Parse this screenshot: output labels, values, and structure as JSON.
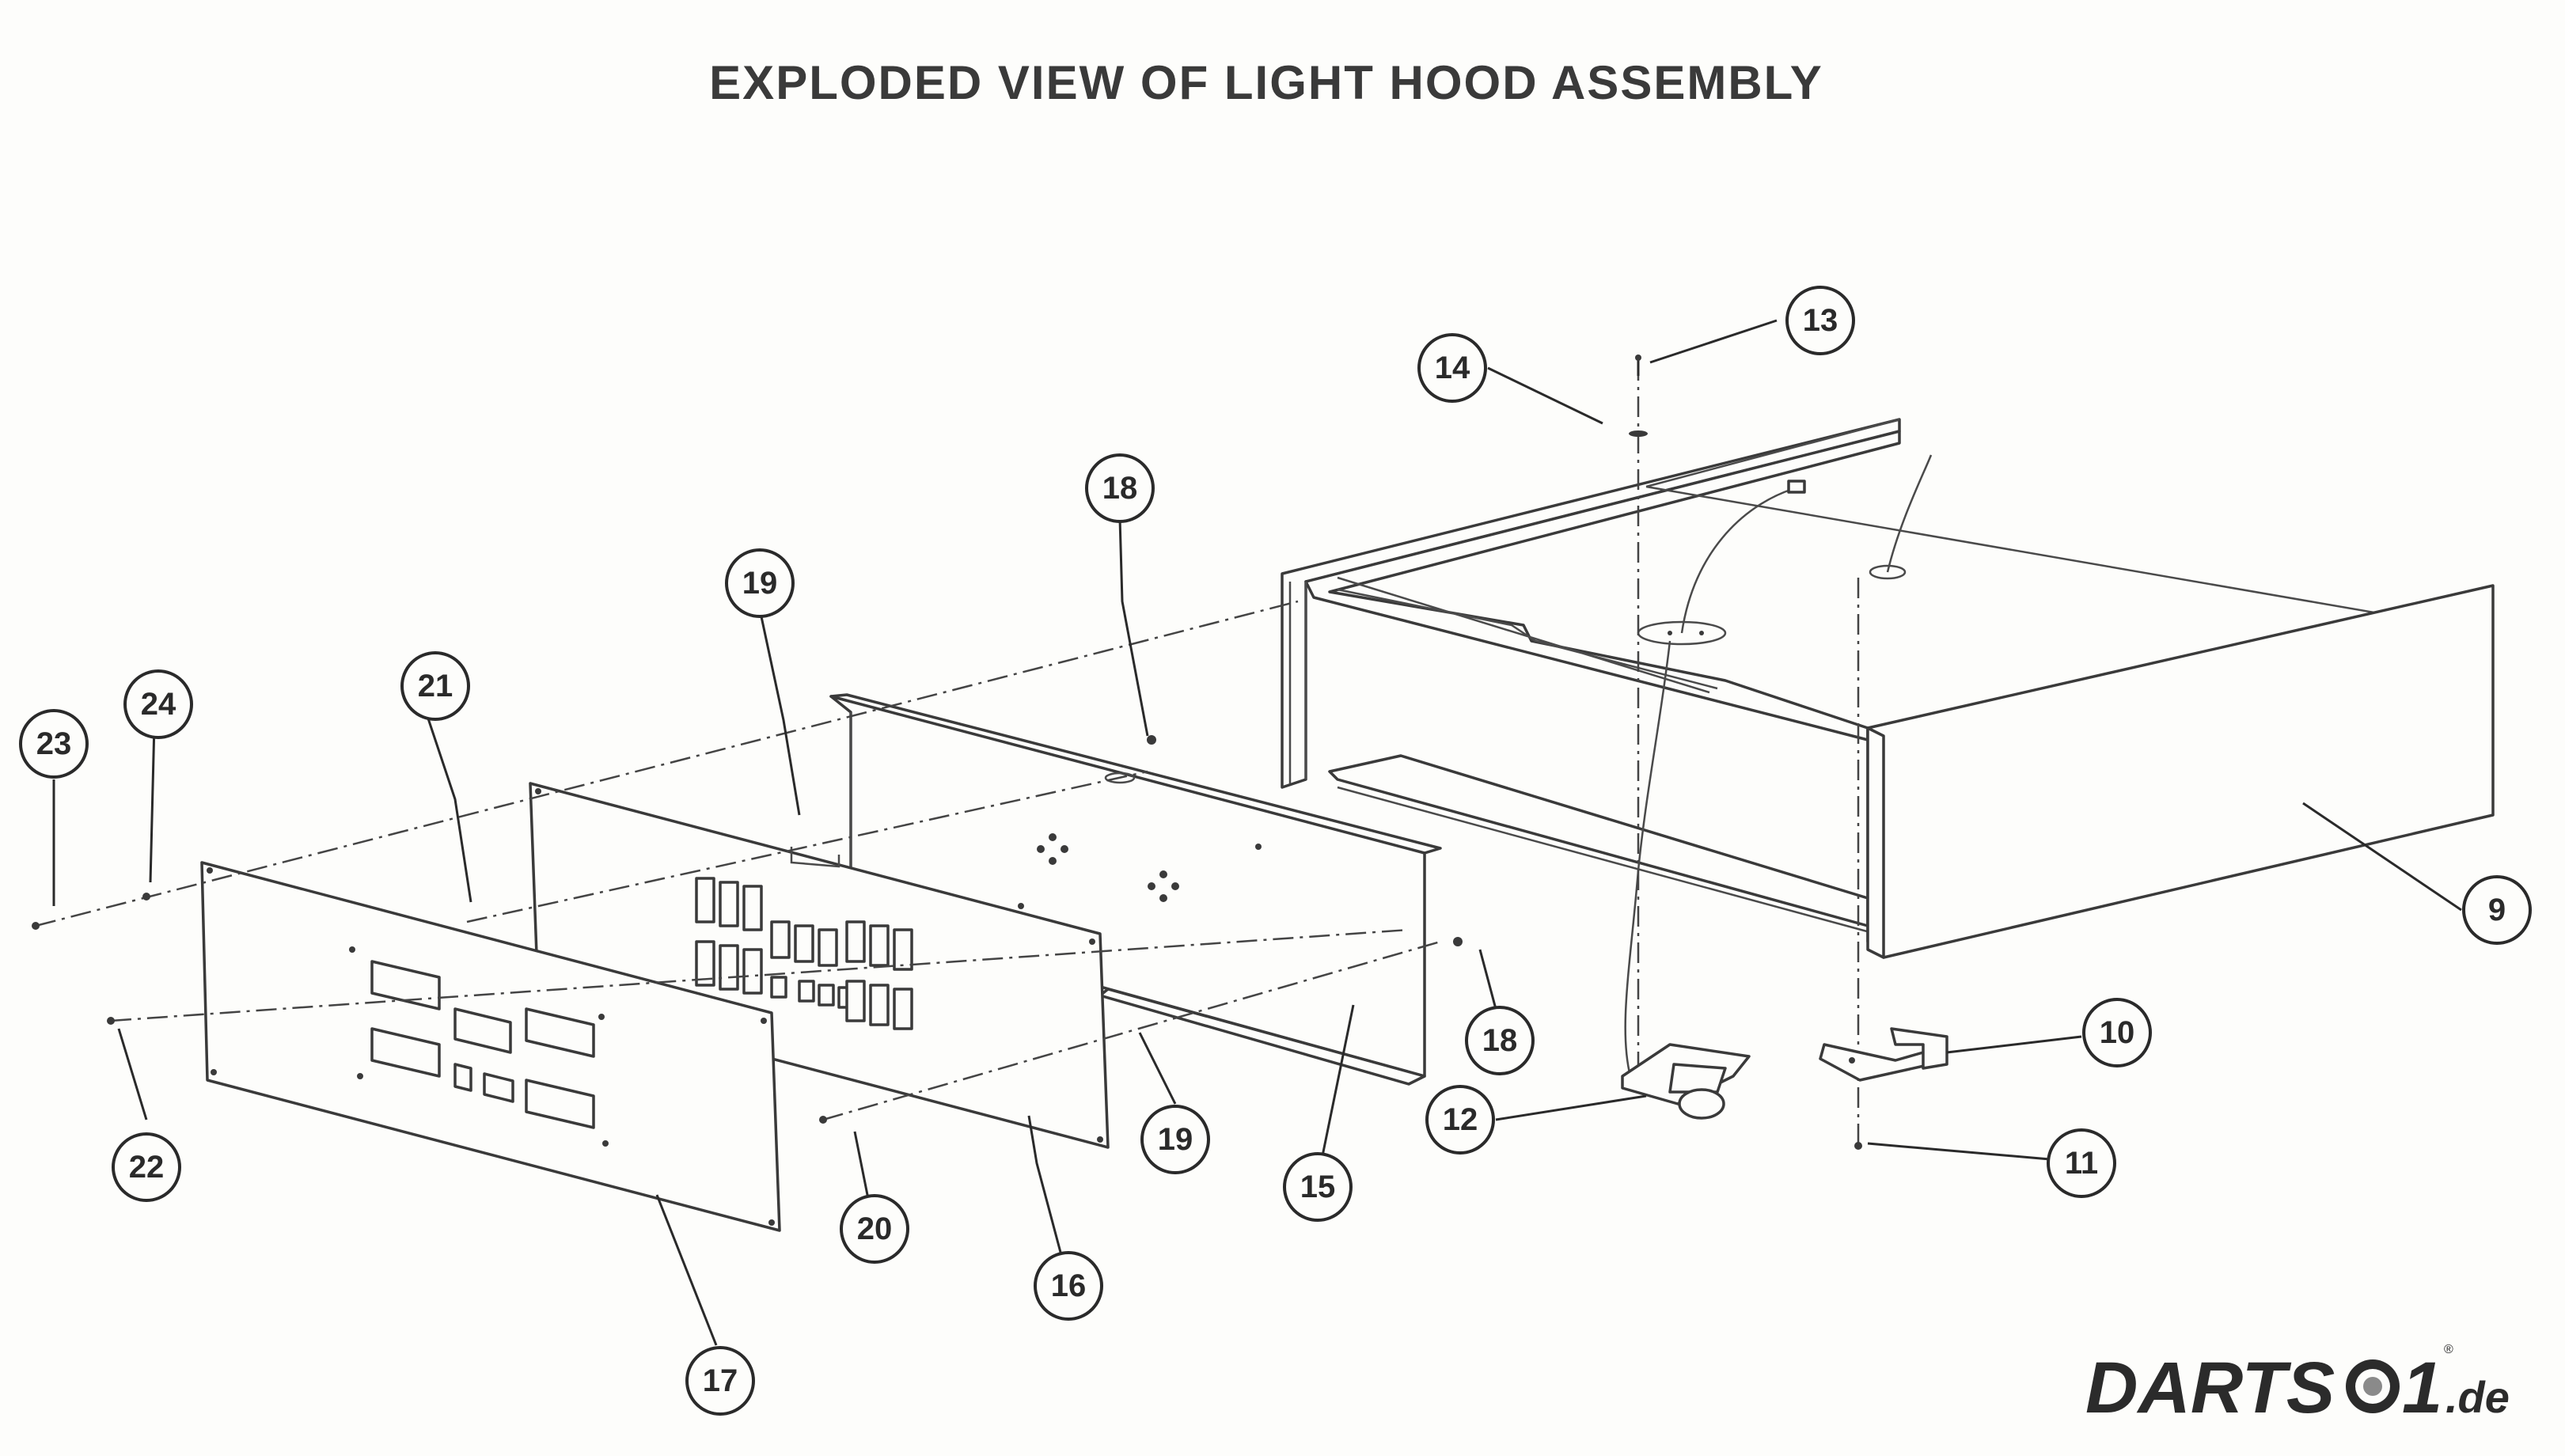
{
  "title": "EXPLODED VIEW OF LIGHT HOOD ASSEMBLY",
  "callouts": [
    {
      "id": "9",
      "label": "9"
    },
    {
      "id": "10",
      "label": "10"
    },
    {
      "id": "11",
      "label": "11"
    },
    {
      "id": "12",
      "label": "12"
    },
    {
      "id": "13",
      "label": "13"
    },
    {
      "id": "14",
      "label": "14"
    },
    {
      "id": "15",
      "label": "15"
    },
    {
      "id": "16",
      "label": "16"
    },
    {
      "id": "17",
      "label": "17"
    },
    {
      "id": "18a",
      "label": "18"
    },
    {
      "id": "18b",
      "label": "18"
    },
    {
      "id": "19a",
      "label": "19"
    },
    {
      "id": "19b",
      "label": "19"
    },
    {
      "id": "20",
      "label": "20"
    },
    {
      "id": "21",
      "label": "21"
    },
    {
      "id": "22",
      "label": "22"
    },
    {
      "id": "23",
      "label": "23"
    },
    {
      "id": "24",
      "label": "24"
    }
  ],
  "logo": {
    "text_left": "DARTS",
    "text_right": "1",
    "suffix": ".de",
    "registered": "®"
  }
}
